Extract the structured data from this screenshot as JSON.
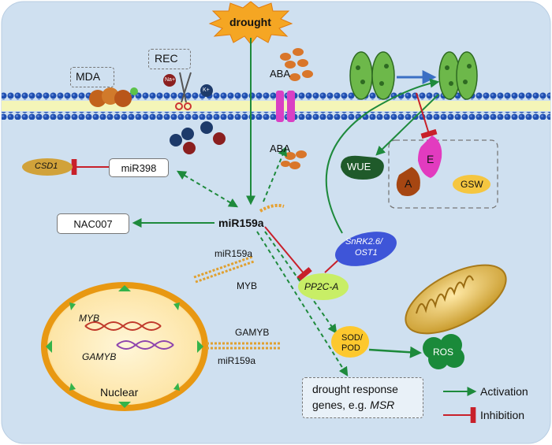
{
  "stimulus": "drought",
  "membrane_labels": {
    "mda": "MDA",
    "rec": "REC",
    "aba_outside": "ABA",
    "aba_inside": "ABA"
  },
  "ions": {
    "na": "Na+",
    "k": "K+"
  },
  "central_mirna": "miR159a",
  "targets": {
    "mir398": "miR398",
    "csd1": "CSD1",
    "nac007": "NAC007",
    "pp2c": "PP2C-A",
    "snrk_line1": "SnRK2.6/",
    "snrk_line2": "OST1",
    "sod_line1": "SOD/",
    "sod_line2": "POD",
    "ros": "ROS",
    "drought_genes_line1": "drought response",
    "drought_genes_line2_prefix": "genes, e.g. ",
    "drought_genes_line2_italic": "MSR"
  },
  "physiology": {
    "wue": "WUE",
    "e": "E",
    "a": "A",
    "gsw": "GSW"
  },
  "nucleus": {
    "label": "Nuclear",
    "gene1": "MYB",
    "gene2": "GAMYB",
    "pair1_top": "miR159a",
    "pair1_bottom": "MYB",
    "pair2_top": "GAMYB",
    "pair2_bottom": "miR159a"
  },
  "legend": {
    "activation": "Activation",
    "inhibition": "Inhibition"
  },
  "colors": {
    "cell_bg": "#cfe0f0",
    "membrane_blue": "#1f4fb0",
    "membrane_fill": "#f4f5b8",
    "activation": "#1e8a3c",
    "inhibition": "#c8202a",
    "nucleus": "#f2a81d"
  }
}
